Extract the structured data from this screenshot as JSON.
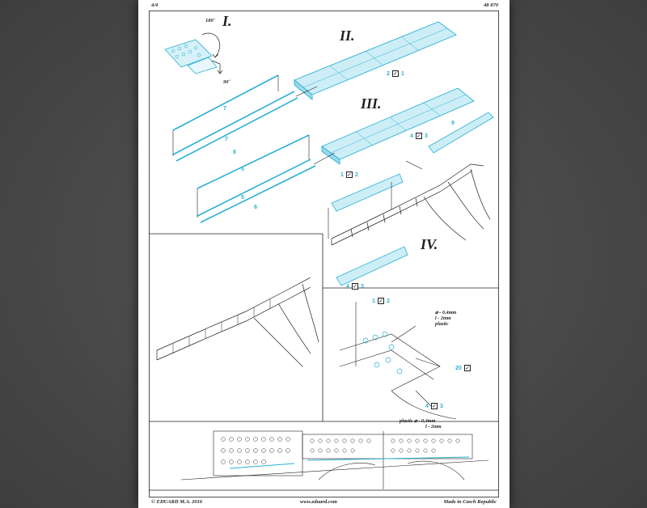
{
  "header": {
    "page": "4/4",
    "code": "48 870"
  },
  "footer": {
    "copyright": "© EDUARD  M.A. 2016",
    "website": "www.eduard.com",
    "origin": "Made in Czech Republic"
  },
  "steps": {
    "s1": "I.",
    "s2": "II.",
    "s3": "III.",
    "s4": "IV."
  },
  "angles": {
    "a180": "180˚",
    "a90": "90˚"
  },
  "part_numbers": {
    "p7a": "7",
    "p7b": "7",
    "p8": "8",
    "p5a": "5",
    "p5b": "5",
    "p6": "6",
    "p2a": "2",
    "p1a": "1",
    "p4a": "4",
    "p3a": "3",
    "p9": "9",
    "p1b": "1",
    "p2b": "2",
    "p4b": "4",
    "p3b": "3",
    "p1c": "1",
    "p2c": "2",
    "p20": "20",
    "p4c": "4",
    "p3c": "3"
  },
  "notes": {
    "n1_l1": "⌀ - 0,4mm",
    "n1_l2": "l - 2mm",
    "n1_l3": "plastic",
    "n2_l1": "plastic  ⌀ - 0,4mm",
    "n2_l2": "l - 2mm"
  },
  "colors": {
    "etch": "#2bb0d4",
    "ink": "#222222",
    "background": "#4a4a4a"
  }
}
